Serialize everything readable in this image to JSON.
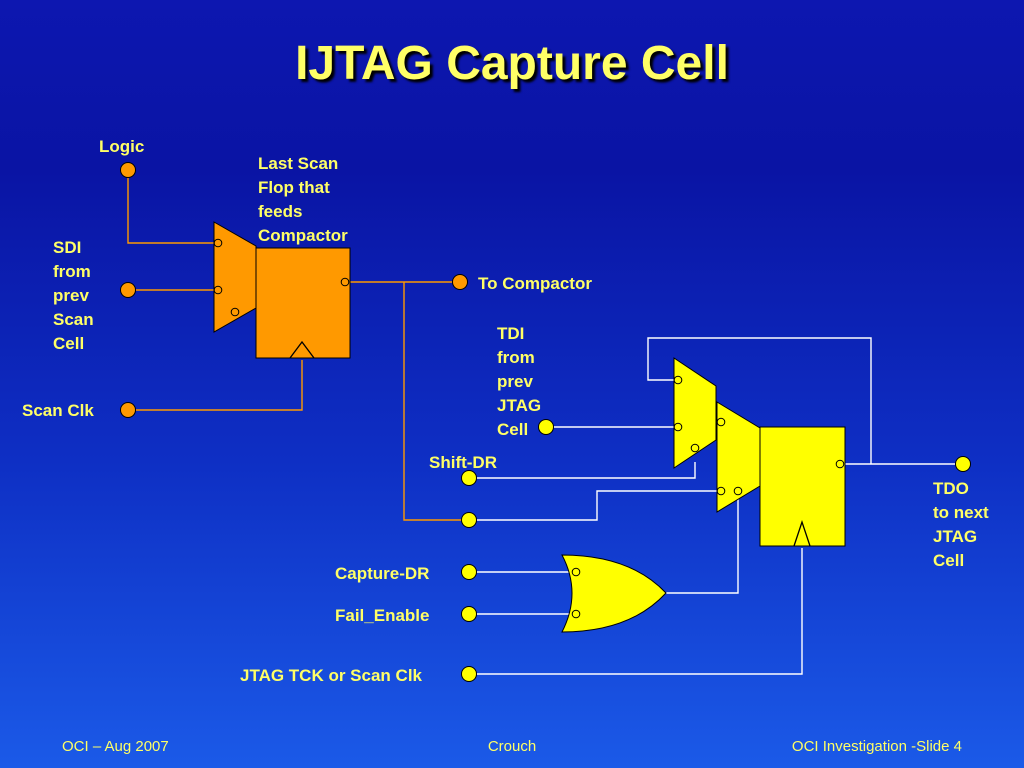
{
  "title": "IJTAG Capture Cell",
  "colors": {
    "background_top": "#0d17b0",
    "background_bottom": "#1b5ae8",
    "text": "#ffff66",
    "orange_block": "#ff9900",
    "yellow_block": "#ffff00",
    "wire_orange": "#ff9900",
    "wire_white": "#ffffff"
  },
  "labels": {
    "logic": "Logic",
    "last_scan": [
      "Last Scan",
      "Flop that",
      "feeds",
      "Compactor"
    ],
    "sdi": [
      "SDI",
      "from",
      "prev",
      "Scan",
      "Cell"
    ],
    "scan_clk": "Scan Clk",
    "to_compactor": "To Compactor",
    "tdi": [
      "TDI",
      "from",
      "prev",
      "JTAG",
      "Cell"
    ],
    "shift_dr": "Shift-DR",
    "tdo": [
      "TDO",
      "to next",
      "JTAG",
      "Cell"
    ],
    "capture_dr": "Capture-DR",
    "fail_enable": "Fail_Enable",
    "jtag_tck": "JTAG TCK or Scan Clk"
  },
  "footer": {
    "left": "OCI – Aug 2007",
    "center": "Crouch",
    "right": "OCI Investigation -Slide 4"
  }
}
